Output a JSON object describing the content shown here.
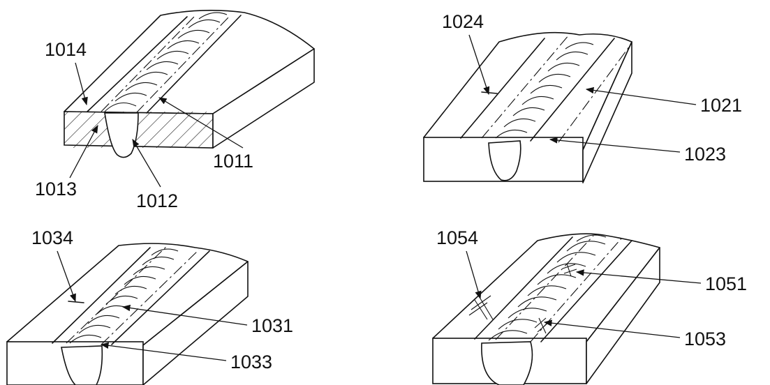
{
  "figures": [
    {
      "id": "fig-1010",
      "labels": [
        "1014",
        "1011",
        "1013",
        "1012"
      ]
    },
    {
      "id": "fig-1020",
      "labels": [
        "1024",
        "1021",
        "1023"
      ]
    },
    {
      "id": "fig-1030",
      "labels": [
        "1034",
        "1031",
        "1033"
      ]
    },
    {
      "id": "fig-1050",
      "labels": [
        "1054",
        "1051",
        "1053"
      ]
    }
  ]
}
